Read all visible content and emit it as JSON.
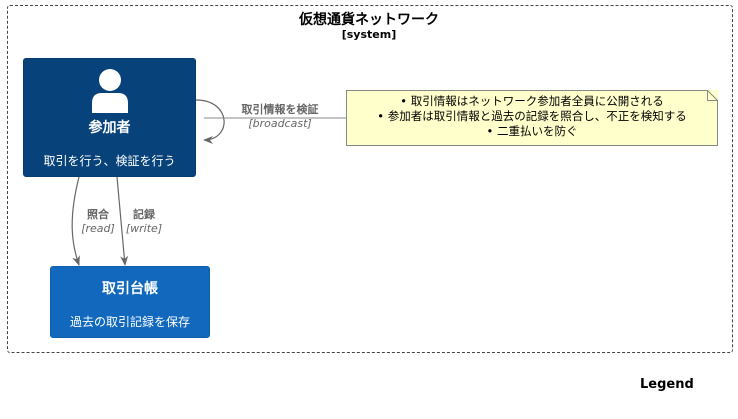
{
  "system": {
    "title": "仮想通貨ネットワーク",
    "type": "[system]"
  },
  "person": {
    "name": "参加者",
    "description": "取引を行う、検証を行う",
    "icon": "person-icon"
  },
  "ledger": {
    "name": "取引台帳",
    "description": "過去の取引記録を保存"
  },
  "relations": [
    {
      "label": "取引情報を検証",
      "technology": "[broadcast]"
    },
    {
      "label": "照合",
      "technology": "[read]"
    },
    {
      "label": "記録",
      "technology": "[write]"
    }
  ],
  "note": {
    "lines": [
      "• 取引情報はネットワーク参加者全員に公開される",
      "• 参加者は取引情報と過去の記録を照合し、不正を検知する",
      "• 二重払いを防ぐ"
    ]
  },
  "legend": {
    "title": "Legend"
  },
  "colors": {
    "person": "#08427b",
    "system": "#1168bd",
    "note": "#ffffcc",
    "arrow": "#666666"
  }
}
